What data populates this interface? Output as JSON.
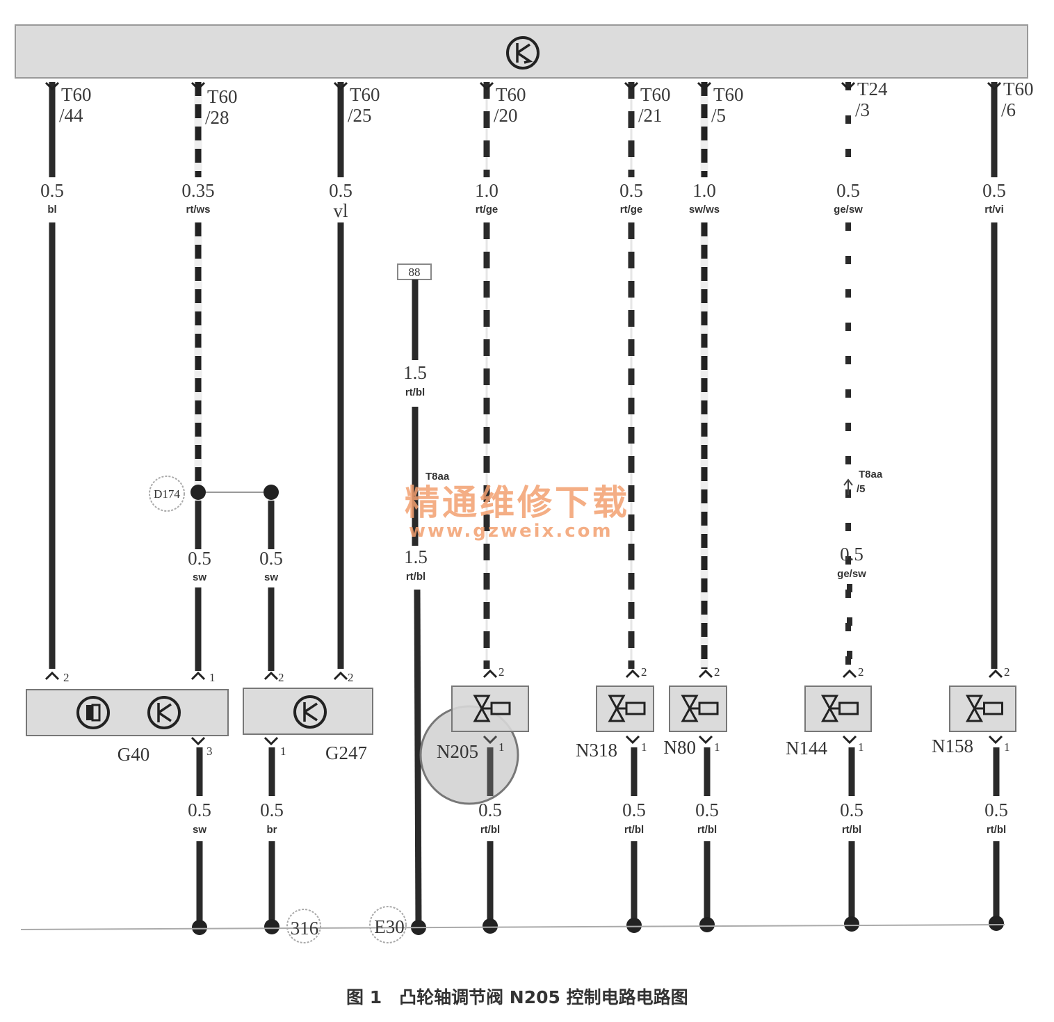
{
  "header": {
    "icon": "control-unit-icon"
  },
  "upper_wires": [
    {
      "pin": "T60",
      "pos": "/44",
      "size": "0.5",
      "color": "bl",
      "style": "solid"
    },
    {
      "pin": "T60",
      "pos": "/28",
      "size": "0.35",
      "color": "rt/ws",
      "style": "bw"
    },
    {
      "pin": "T60",
      "pos": "/25",
      "size": "0.5",
      "color": "vl",
      "style": "solid"
    },
    {
      "pin": "T60",
      "pos": "/20",
      "size": "1.0",
      "color": "rt/ge",
      "style": "dash"
    },
    {
      "pin": "T60",
      "pos": "/21",
      "size": "0.5",
      "color": "rt/ge",
      "style": "dash"
    },
    {
      "pin": "T60",
      "pos": "/5",
      "size": "1.0",
      "color": "sw/ws",
      "style": "bw"
    },
    {
      "pin": "T24",
      "pos": "/3",
      "size": "0.5",
      "color": "ge/sw",
      "style": "dot"
    },
    {
      "pin": "T60",
      "pos": "/6",
      "size": "0.5",
      "color": "rt/vi",
      "style": "solid"
    }
  ],
  "splice": {
    "label": "D174",
    "left": {
      "size": "0.5",
      "color": "sw",
      "pin": "1"
    },
    "right": {
      "size": "0.5",
      "color": "sw",
      "pin": "2"
    }
  },
  "supply": {
    "terminal": "88",
    "size_top": "1.5",
    "color_top": "rt/bl",
    "connector": "T8aa",
    "size_bottom": "1.5",
    "color_bottom": "rt/bl"
  },
  "ge_sw_connector": {
    "label": "T8aa",
    "pos": "/5",
    "size": "0.5",
    "color": "ge/sw"
  },
  "components": [
    {
      "name": "G40",
      "pins_top": [
        "2",
        "1"
      ],
      "pin_bottom": "3"
    },
    {
      "name": "G247",
      "pins_top": [
        "2",
        "2"
      ],
      "pin_bottom": "1"
    },
    {
      "name": "N205",
      "pin_top": "2",
      "pin_bottom": "1"
    },
    {
      "name": "N318",
      "pin_top": "2",
      "pin_bottom": "1"
    },
    {
      "name": "N80",
      "pin_top": "2",
      "pin_bottom": "1"
    },
    {
      "name": "N144",
      "pin_top": "2",
      "pin_bottom": "1"
    },
    {
      "name": "N158",
      "pin_top": "2",
      "pin_bottom": "1"
    }
  ],
  "lower_wires": [
    {
      "size": "0.5",
      "color": "sw"
    },
    {
      "size": "0.5",
      "color": "br"
    },
    {
      "size": "0.5",
      "color": "rt/bl"
    },
    {
      "size": "0.5",
      "color": "rt/bl"
    },
    {
      "size": "0.5",
      "color": "rt/bl"
    },
    {
      "size": "0.5",
      "color": "rt/bl"
    },
    {
      "size": "0.5",
      "color": "rt/bl"
    }
  ],
  "grounds": [
    "316",
    "E30"
  ],
  "watermark": {
    "line1": "精通维修下载",
    "line2": "www.gzweix.com"
  },
  "caption": "图 1　凸轮轴调节阀 N205 控制电路电路图"
}
